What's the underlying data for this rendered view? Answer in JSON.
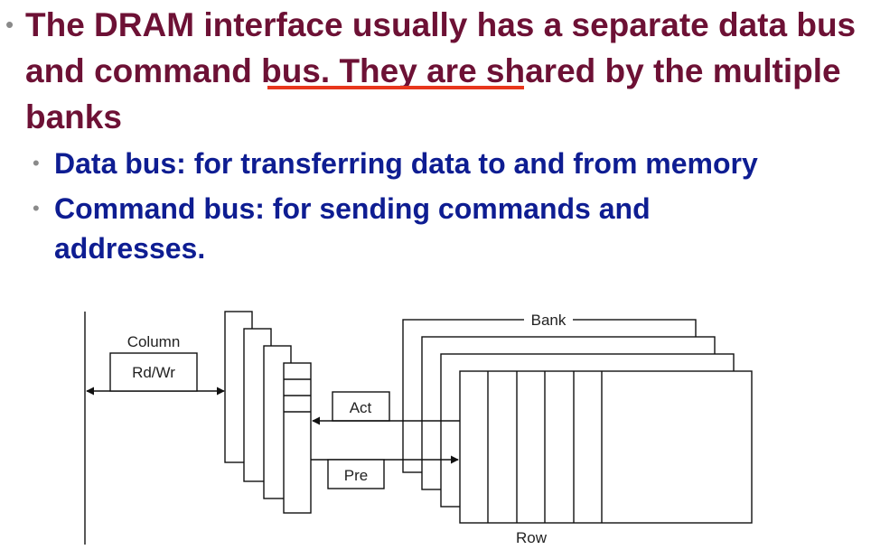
{
  "bullets": {
    "main": {
      "text_before": "The DRAM interface usually has a separate data bus and ",
      "underlined": "command bus",
      "text_after": ". They are shared by the multiple banks"
    },
    "sub": [
      "Data bus: for transferring data to and from memory",
      "Command bus: for sending commands and addresses."
    ]
  },
  "diagram": {
    "column_label": "Column",
    "rdwr_label": "Rd/Wr",
    "act_label": "Act",
    "pre_label": "Pre",
    "bank_label": "Bank",
    "row_label": "Row"
  },
  "colors": {
    "main_text": "#6d1135",
    "sub_text": "#0e1d92",
    "underline": "#e8361c",
    "bullet": "#8a8a8a"
  }
}
